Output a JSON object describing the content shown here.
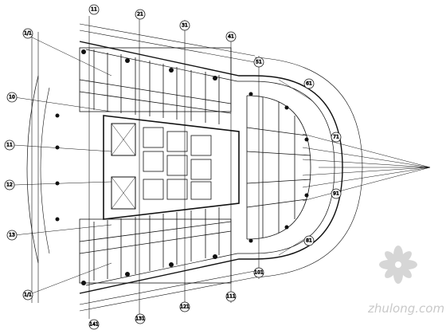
{
  "drawing": {
    "type": "architectural-floor-plan",
    "colors": {
      "line": "#111111",
      "background": "#ffffff",
      "watermark": "#c9c9c9"
    }
  },
  "grid_bubbles": [
    {
      "id": "top-1",
      "label": "11"
    },
    {
      "id": "top-2",
      "label": "21"
    },
    {
      "id": "top-3",
      "label": "31"
    },
    {
      "id": "top-4",
      "label": "41"
    },
    {
      "id": "top-5",
      "label": "51"
    },
    {
      "id": "left-1",
      "label": "1/1"
    },
    {
      "id": "left-2",
      "label": "10"
    },
    {
      "id": "left-3",
      "label": "11"
    },
    {
      "id": "left-4",
      "label": "12"
    },
    {
      "id": "left-5",
      "label": "13"
    },
    {
      "id": "left-6",
      "label": "1/1"
    },
    {
      "id": "right-1",
      "label": "61"
    },
    {
      "id": "right-2",
      "label": "71"
    },
    {
      "id": "right-3",
      "label": "91"
    },
    {
      "id": "right-4",
      "label": "81"
    },
    {
      "id": "bottom-1",
      "label": "141"
    },
    {
      "id": "bottom-2",
      "label": "131"
    },
    {
      "id": "bottom-3",
      "label": "121"
    },
    {
      "id": "bottom-4",
      "label": "111"
    },
    {
      "id": "bottom-5",
      "label": "101"
    }
  ],
  "watermark": {
    "text": "zhulong.com",
    "logo": "flower-logo-icon"
  }
}
